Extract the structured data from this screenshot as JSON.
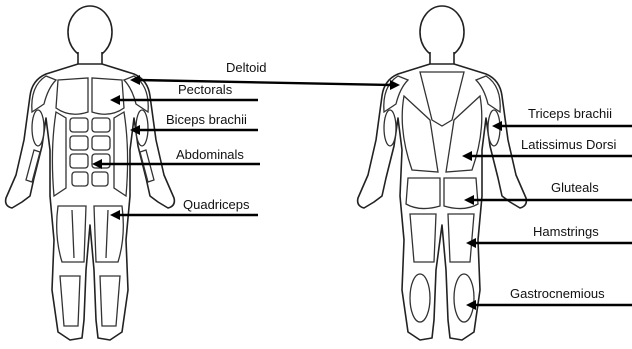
{
  "labels": {
    "deltoid": "Deltoid",
    "pectorals": "Pectorals",
    "biceps": "Biceps brachii",
    "abdominals": "Abdominals",
    "quadriceps": "Quadriceps",
    "triceps": "Triceps brachii",
    "latissimus": "Latissimus Dorsi",
    "gluteals": "Gluteals",
    "hamstrings": "Hamstrings",
    "gastrocnemious": "Gastrocnemious"
  }
}
